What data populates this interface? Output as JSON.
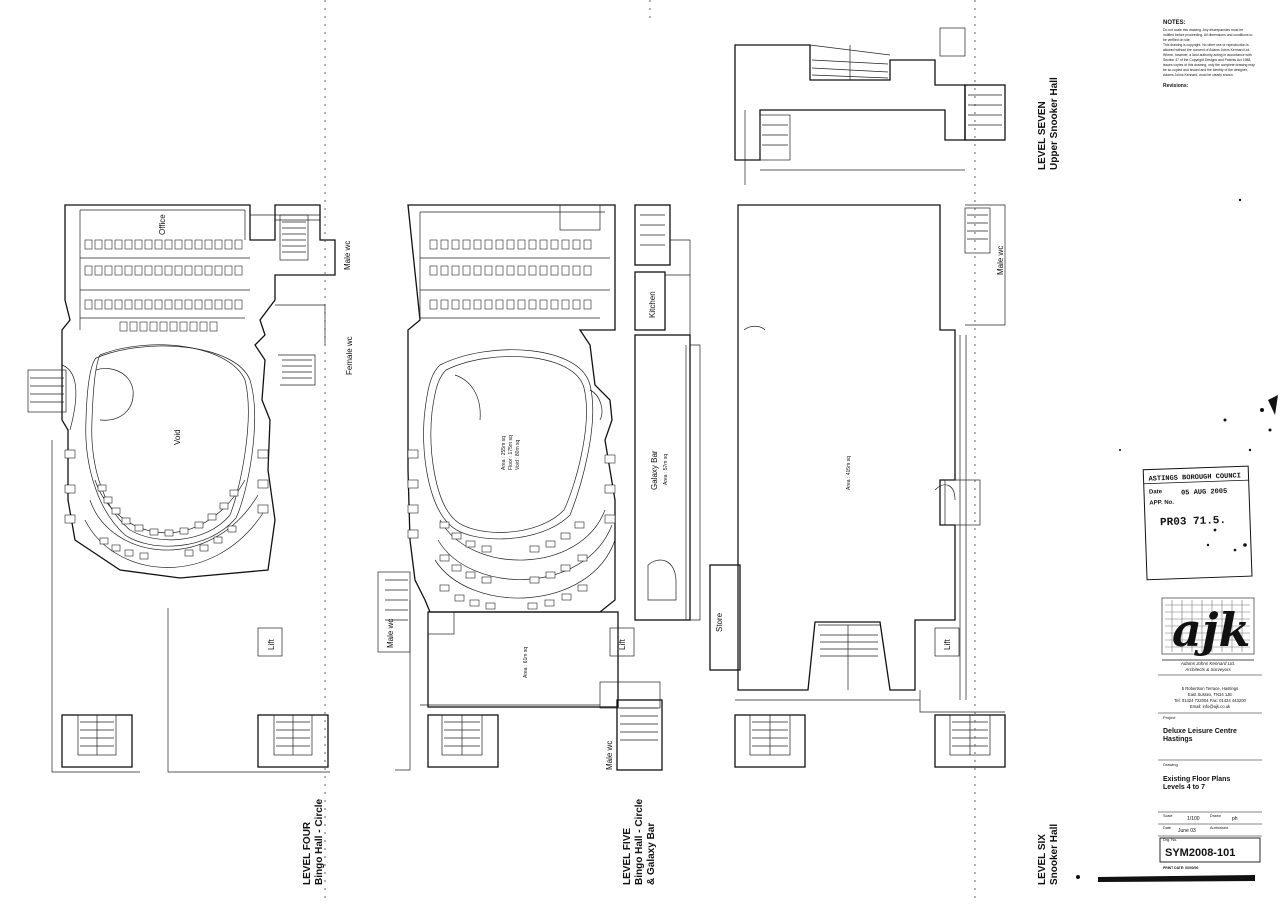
{
  "notes": {
    "heading": "NOTES:",
    "lines": [
      "Do not scale this drawing. Any discrepancies must be",
      "notified before proceeding. All dimensions and conditions to",
      "be verified on site.",
      "This drawing is copyright. No other use or reproduction is",
      "allowed without the consent of Adams Johns Kennard Ltd.",
      "Where, however, a land authority acting in accordance with",
      "Section 47 of the Copyright Designs and Patents Act 1988,",
      "issues copies of this drawing, only the complete drawing may",
      "be so copied and issued and the identity of the designer,",
      "Adams Johns Kennard, must be clearly shown."
    ],
    "revisions": "Revisions:"
  },
  "levels": {
    "four": {
      "title": "LEVEL FOUR",
      "subtitle": "Bingo Hall - Circle"
    },
    "five": {
      "title": "LEVEL FIVE",
      "subtitle": "Bingo Hall - Circle",
      "subtitle2": "& Galaxy Bar"
    },
    "six": {
      "title": "LEVEL SIX",
      "subtitle": "Snooker Hall"
    },
    "seven": {
      "title": "LEVEL SEVEN",
      "subtitle": "Upper Snooker Hall"
    }
  },
  "rooms": {
    "office": "Office",
    "void": "Void",
    "male_wc_1": "Male wc",
    "female_wc": "Female wc",
    "lift_1": "Lift",
    "kitchen": "Kitchen",
    "galaxy_bar": "Galaxy Bar",
    "galaxy_area": "Area : 57m sq",
    "circle_area": "Area : 255m sq",
    "circle_floor": "Floor : 175m sq",
    "circle_void": "Void : 80m sq",
    "male_wc_2": "Male wc",
    "lift_2": "Lift",
    "lower_area": "Area : 61m sq",
    "male_wc_3": "Male wc",
    "store": "Store",
    "hall_area": "Area : 415m sq",
    "lift_3": "Lift",
    "male_wc_4": "Male wc"
  },
  "stamp": {
    "council": "ASTINGS BOROUGH COUNCI",
    "date_label": "Date",
    "date_value": "05 AUG 2005",
    "app_label": "APP. No.",
    "app_value": "PR03 71.5."
  },
  "firm": {
    "logo": "ajk",
    "name": "Adams Johns Kennard Ltd.",
    "role": "Architects & Surveyors",
    "address1": "5 Robertson Terrace, Hastings",
    "address2": "East Sussex, TN34 1JE",
    "tel": "Tel: 01424 722004  Fax: 01424 443200",
    "email": "Email: info@ajk.co.uk"
  },
  "title_block": {
    "project_label": "Project",
    "project_line1": "Deluxe Leisure Centre",
    "project_line2": "Hastings",
    "drawing_label": "Drawing",
    "drawing_line1": "Existing Floor Plans",
    "drawing_line2": "Levels 4 to 7",
    "scale_label": "Scale",
    "scale_value": "1/100",
    "drawn_label": "Drawn",
    "drawn_value": "ph",
    "date_label": "Date",
    "date_value": "June 03",
    "authorised_label": "Authorised",
    "drg_label": "Drg. No.",
    "drg_value": "SYM2008-101",
    "print_date": "PRINT DATE: 00/00/00"
  }
}
